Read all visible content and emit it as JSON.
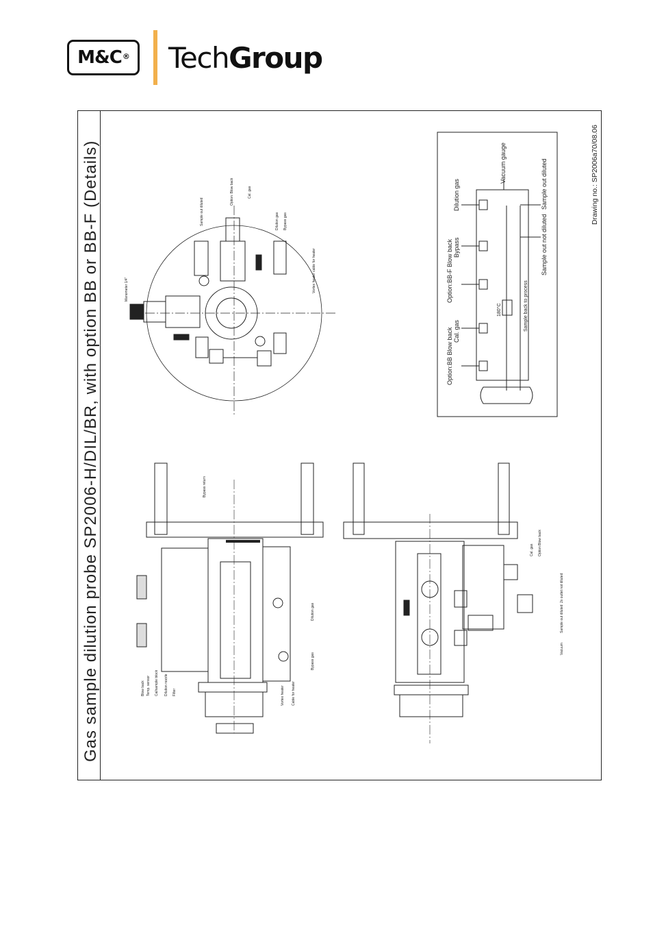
{
  "logo": {
    "brand": "M&C",
    "registered": "®",
    "tech_light": "Tech",
    "tech_bold": "Group",
    "accent_color": "#f2b04c"
  },
  "drawing": {
    "title": "Gas sample dilution probe SP2006-H/DIL/BR, with option BB or BB-F (Details)",
    "drawing_no": "Drawing no.: SP2006a70/08.06"
  },
  "top_view": {
    "labels": [
      "Sample out diluted",
      "Option: Blow back",
      "Cal. gas",
      "Dilution gas",
      "Bypass gas",
      "Vortex heater cable for heater",
      "Manometer 1/4\""
    ]
  },
  "section_view": {
    "labels": [
      "Bypass return",
      "Dilution gas",
      "Bypass gas",
      "Vortex heater",
      "Cable for heater",
      "Blow back",
      "Temp. sensor",
      "Cal/sample block",
      "Dilution nozzle",
      "Filter"
    ]
  },
  "side_view": {
    "labels": [
      "Cal. gas",
      "Option Blow back",
      "2x outlet not diluted",
      "Sample out diluted",
      "Vacuum"
    ]
  },
  "schematic": {
    "labels": [
      "Option:BB Blow back",
      "Cal. gas",
      "Option:BB-F Blow back",
      "Bypass",
      "Dilution gas",
      "Vacuum gauge",
      "Sample out not diluted",
      "Sample out diluted",
      "180°C",
      "Sample back to process"
    ]
  }
}
